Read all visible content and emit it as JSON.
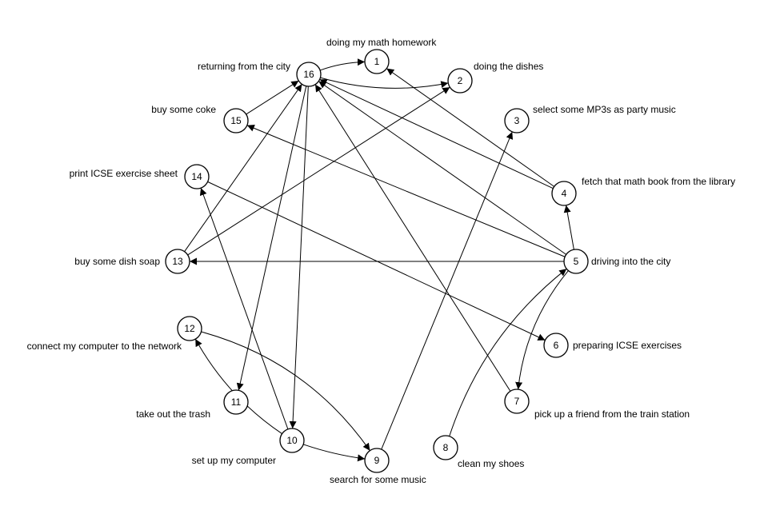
{
  "diagram": {
    "nodes": [
      {
        "id": "1",
        "label": "doing my math homework"
      },
      {
        "id": "2",
        "label": "doing the dishes"
      },
      {
        "id": "3",
        "label": "select some MP3s as party music"
      },
      {
        "id": "4",
        "label": "fetch that math book from the library"
      },
      {
        "id": "5",
        "label": "driving into the city"
      },
      {
        "id": "6",
        "label": "preparing ICSE exercises"
      },
      {
        "id": "7",
        "label": "pick up a friend from the train station"
      },
      {
        "id": "8",
        "label": "clean my shoes"
      },
      {
        "id": "9",
        "label": "search for some music"
      },
      {
        "id": "10",
        "label": "set up my computer"
      },
      {
        "id": "11",
        "label": "take out the trash"
      },
      {
        "id": "12",
        "label": "connect my computer to the network"
      },
      {
        "id": "13",
        "label": "buy some dish soap"
      },
      {
        "id": "14",
        "label": "print ICSE exercise sheet"
      },
      {
        "id": "15",
        "label": "buy some coke"
      },
      {
        "id": "16",
        "label": "returning from the city"
      }
    ],
    "edges": [
      {
        "from": "16",
        "to": "1"
      },
      {
        "from": "16",
        "to": "2"
      },
      {
        "from": "16",
        "to": "11"
      },
      {
        "from": "16",
        "to": "10"
      },
      {
        "from": "15",
        "to": "16"
      },
      {
        "from": "13",
        "to": "16"
      },
      {
        "from": "13",
        "to": "2"
      },
      {
        "from": "4",
        "to": "1"
      },
      {
        "from": "4",
        "to": "16"
      },
      {
        "from": "5",
        "to": "4"
      },
      {
        "from": "5",
        "to": "16"
      },
      {
        "from": "5",
        "to": "15"
      },
      {
        "from": "5",
        "to": "13"
      },
      {
        "from": "5",
        "to": "7"
      },
      {
        "from": "7",
        "to": "16"
      },
      {
        "from": "8",
        "to": "5"
      },
      {
        "from": "9",
        "to": "3"
      },
      {
        "from": "10",
        "to": "9"
      },
      {
        "from": "10",
        "to": "12"
      },
      {
        "from": "10",
        "to": "14"
      },
      {
        "from": "12",
        "to": "9"
      },
      {
        "from": "14",
        "to": "6"
      }
    ]
  }
}
